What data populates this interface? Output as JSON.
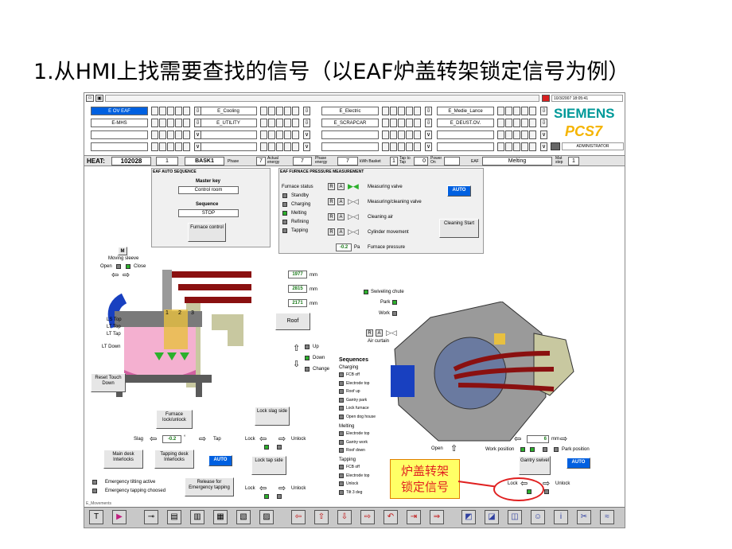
{
  "slide": {
    "title": "1.从HMI上找需要查找的信号（以EAF炉盖转架锁定信号为例）",
    "callout": "炉盖转架\n锁定信号",
    "callout_color": "#e02020",
    "callout_bg": "#ffff66"
  },
  "header": {
    "alarm_groups": [
      {
        "label": "E OV EAF",
        "active": true
      },
      {
        "label": "E_Cooling"
      },
      {
        "label": "E_Electric"
      },
      {
        "label": "E_Medie_Lance"
      },
      {
        "label": "E-MHS"
      },
      {
        "label": "E_UTILITY"
      },
      {
        "label": "E_SCRAPCAR"
      },
      {
        "label": "E_DEUST.OV."
      }
    ],
    "datetime": "10/3/2007 18:05:41",
    "brand": "SIEMENS",
    "product": "PCS7",
    "user": "ADMINISTRATOR"
  },
  "status_bar": {
    "heat_label": "HEAT:",
    "heat": "102028",
    "basket_no": "1",
    "basket": "BASK1",
    "phase_label": "Phase",
    "phase": "7",
    "actual_label": "Actual energy",
    "actual": "7",
    "phase_energy_label": "Phase energy",
    "phase_energy": "7",
    "kwh_label": "kWh Basket",
    "basket_count": "1",
    "tap_to_tap_label": "Tap to Tap",
    "tap_to_tap": "0",
    "power_on_label": "Power On",
    "eaf_label": "EAF",
    "state": "Melting",
    "mat_step_label": "Mat step",
    "mat_step": "1"
  },
  "auto_seq": {
    "title": "EAF AUTO SEQUENCE",
    "master_key_label": "Master key",
    "master_key": "Control room",
    "sequence_label": "Sequence",
    "sequence": "STOP",
    "furnace_control": "Furnace control"
  },
  "pressure": {
    "title": "EAF FURNACE PRESSURE MEASUREMENT",
    "furnace_status": "Furnace status",
    "statuses": [
      "Standby",
      "Charging",
      "Melting",
      "Refining",
      "Tapping"
    ],
    "valves": [
      "Measuring valve",
      "Measuring/cleaning valve",
      "Cleaning air",
      "Cylinder movement"
    ],
    "auto": "AUTO",
    "cleaning_start": "Cleaning Start",
    "value": "-0.2",
    "unit": "Pa",
    "label": "Furnace pressure"
  },
  "left": {
    "m": "M",
    "moving_sleeve": "Moving sleeve",
    "open": "Open",
    "close": "Close",
    "electrodes": [
      {
        "value": "1977",
        "unit": "mm"
      },
      {
        "value": "2815",
        "unit": "mm"
      },
      {
        "value": "2171",
        "unit": "mm"
      }
    ],
    "electrode_nos": [
      "1",
      "2",
      "3"
    ],
    "positions": [
      "LS Top",
      "LT Top",
      "LT Tap",
      "LT Down"
    ],
    "reset": "Reset Touch Down",
    "roof": "Roof",
    "up": "Up",
    "down": "Down",
    "change": "Change",
    "furnace_lock": "Furnace lock/unlock",
    "lock_slag": "Lock slag side",
    "slag": "Slag",
    "tilt_value": "-0.2",
    "tilt_unit": "°",
    "tap": "Tap",
    "lock": "Lock",
    "unlock": "Unlock",
    "main_desk": "Main desk Interlocks",
    "tapping_desk": "Tapping desk Interlocks",
    "auto": "AUTO",
    "lock_tap": "Lock tap side",
    "emergency_tilting": "Emergency tilting active",
    "emergency_tapping": "Emergency tapping choosed",
    "release": "Release for Emergency tapping",
    "e_movements": "E_Movements"
  },
  "right": {
    "swiveling_chute": "Swiveling chute",
    "park": "Park",
    "work": "Work",
    "air_curtain": "Air curtain",
    "sequences": "Sequences",
    "charging": "Charging",
    "charging_items": [
      "FCB off",
      "Electrode top",
      "Roof up",
      "Gantry park",
      "Lock furnace",
      "Open dog house"
    ],
    "melting": "Melting",
    "melting_items": [
      "Electrode top",
      "Gantry work",
      "Roof down"
    ],
    "tapping": "Tapping",
    "tapping_items": [
      "FCB off",
      "Electrode top",
      "Unlock",
      "Tilt 3 deg"
    ],
    "open": "Open",
    "gantry_value": "6",
    "gantry_unit": "mm",
    "work_position": "Work position",
    "park_position": "Park position",
    "gantry_swivel": "Gantry swivel",
    "auto": "AUTO",
    "lock": "Lock",
    "unlock": "Unlock"
  }
}
